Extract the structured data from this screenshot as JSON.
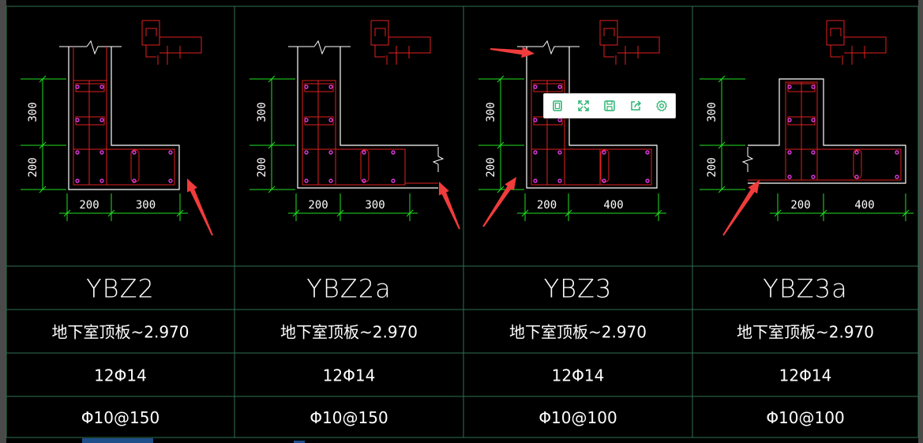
{
  "columns": [
    {
      "name": "YBZ2",
      "elevation": "地下室顶板~2.970",
      "rebar": "12Φ14",
      "stirrup": "Φ10@150",
      "dim_v1": "300",
      "dim_v2": "200",
      "dim_h1": "200",
      "dim_h2": "300"
    },
    {
      "name": "YBZ2a",
      "elevation": "地下室顶板~2.970",
      "rebar": "12Φ14",
      "stirrup": "Φ10@150",
      "dim_v1": "300",
      "dim_v2": "200",
      "dim_h1": "200",
      "dim_h2": "300"
    },
    {
      "name": "YBZ3",
      "elevation": "地下室顶板~2.970",
      "rebar": "12Φ14",
      "stirrup": "Φ10@100",
      "dim_v1": "300",
      "dim_v2": "200",
      "dim_h1": "200",
      "dim_h2": "400"
    },
    {
      "name": "YBZ3a",
      "elevation": "地下室顶板~2.970",
      "rebar": "12Φ14",
      "stirrup": "Φ10@100",
      "dim_v1": "300",
      "dim_v2": "200",
      "dim_h1": "200",
      "dim_h2": "400"
    }
  ],
  "toolbar": {
    "buttons": [
      "copy-icon",
      "fullscreen-icon",
      "save-icon",
      "share-icon",
      "settings-icon"
    ],
    "icon_color": "#2bb673"
  },
  "colors": {
    "grid": "#2f6f4f",
    "outline": "#ffffff",
    "rebar": "#e02020",
    "dimension": "#22e022",
    "dot": "#ff40ff",
    "arrow": "#f03c3c"
  }
}
